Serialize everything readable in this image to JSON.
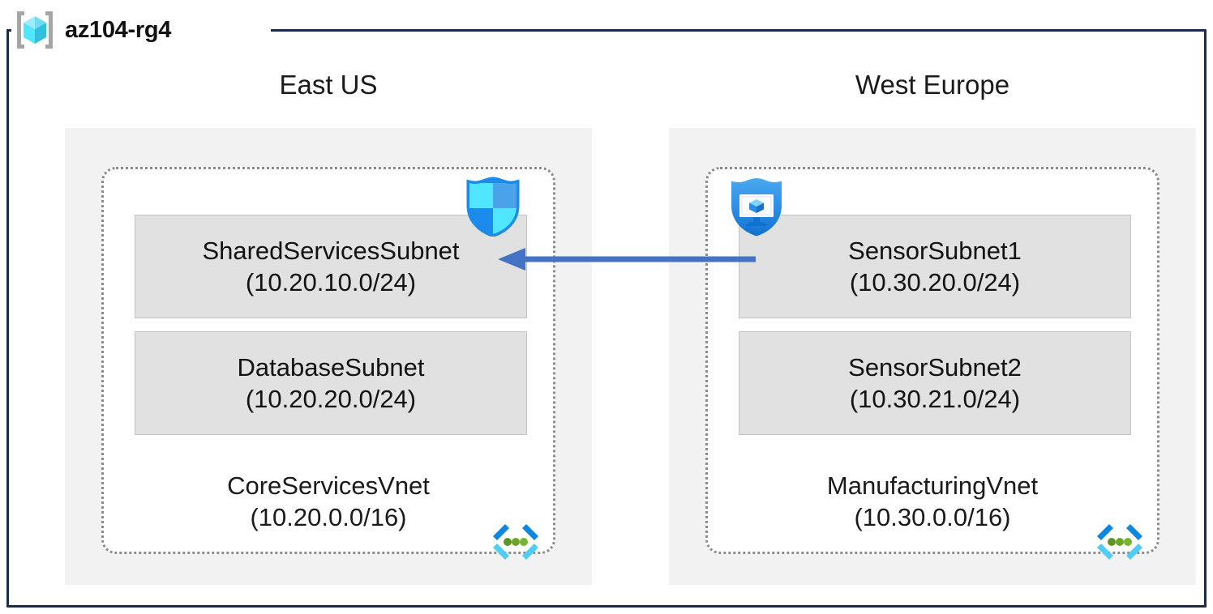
{
  "resource_group": {
    "name": "az104-rg4",
    "icon": "resource-group-cube-icon",
    "frame_color": "#1a2b4c"
  },
  "regions": [
    {
      "label": "East US",
      "vnet": {
        "name": "CoreServicesVnet",
        "cidr": "(10.20.0.0/16)",
        "icon": "virtual-network-icon",
        "subnets": [
          {
            "name": "SharedServicesSubnet",
            "cidr": "(10.20.10.0/24)"
          },
          {
            "name": "DatabaseSubnet",
            "cidr": "(10.20.20.0/24)"
          }
        ]
      }
    },
    {
      "label": "West Europe",
      "vnet": {
        "name": "ManufacturingVnet",
        "cidr": "(10.30.0.0/16)",
        "icon": "virtual-network-icon",
        "subnets": [
          {
            "name": "SensorSubnet1",
            "cidr": "(10.30.20.0/24)"
          },
          {
            "name": "SensorSubnet2",
            "cidr": "(10.30.21.0/24)"
          }
        ]
      }
    }
  ],
  "badges": [
    {
      "icon": "network-security-group-shield-icon",
      "attached_to": "SharedServicesSubnet"
    },
    {
      "icon": "bastion-shield-monitor-icon",
      "attached_to": "SensorSubnet1"
    }
  ],
  "connection": {
    "icon": "vnet-peering-arrow-icon",
    "direction": "right-to-left",
    "from": "SensorSubnet1",
    "to": "SharedServicesSubnet",
    "color": "#4472c4"
  },
  "palette": {
    "region_fill": "#f2f2f2",
    "subnet_fill": "#e1e1e1",
    "vnet_border": "#8c8c8c",
    "frame": "#1a2b4c",
    "arrow": "#4472c4",
    "azure_blue": "#1b8bec",
    "azure_cyan": "#50e6ff",
    "green_dot": "#5e9624"
  }
}
